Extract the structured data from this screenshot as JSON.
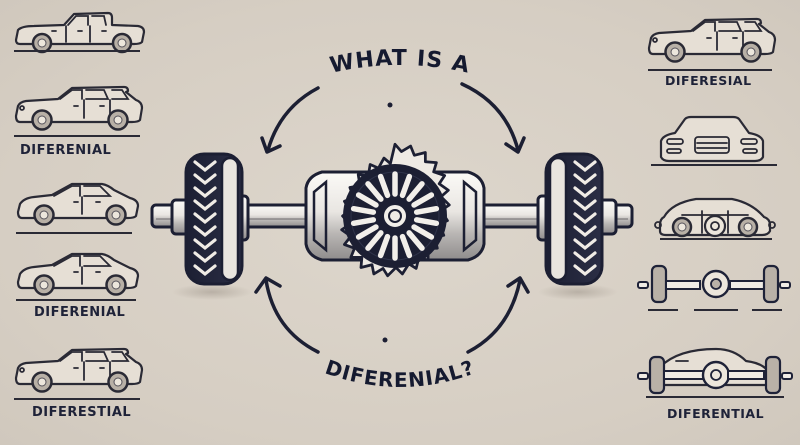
{
  "title": {
    "top": "WHAT IS A",
    "bottom": "DIFERENIAL?"
  },
  "colors": {
    "background": "#d8d0c5",
    "ink": "#1c1f33",
    "metal_light": "#f2efea",
    "metal_shadow": "#a9a6a6"
  },
  "left_column": {
    "items": [
      {
        "icon": "pickup-truck-side-icon",
        "caption": ""
      },
      {
        "icon": "suv-side-icon",
        "caption": "DIFERENIAL"
      },
      {
        "icon": "hatchback-side-icon",
        "caption": ""
      },
      {
        "icon": "hatchback-side-icon",
        "caption": "DIFERENIAL"
      },
      {
        "icon": "suv-side-icon",
        "caption": "DIFERESTIAL"
      }
    ]
  },
  "right_column": {
    "items": [
      {
        "icon": "suv-side-icon",
        "caption": "DIFERESIAL"
      },
      {
        "icon": "sedan-front-icon",
        "caption": ""
      },
      {
        "icon": "coupe-cutaway-icon",
        "caption": ""
      },
      {
        "icon": "axle-assembly-icon",
        "caption": ""
      },
      {
        "icon": "car-front-axle-icon",
        "caption": "DIFERENTIAL"
      }
    ]
  },
  "center": {
    "illustration": "axle-with-differential-and-wheels",
    "arrows": [
      "curved-arrow-top-left",
      "curved-arrow-top-right",
      "curved-arrow-bottom-left",
      "curved-arrow-bottom-right"
    ]
  }
}
